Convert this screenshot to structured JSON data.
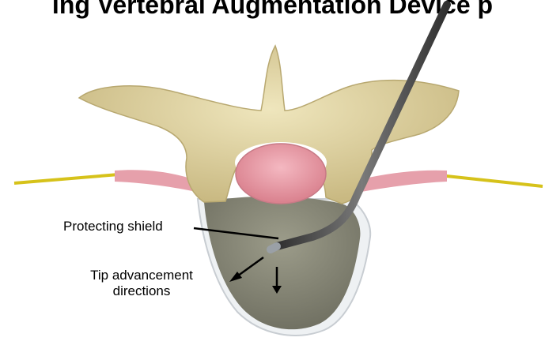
{
  "title": "ing Vertebral Augmentation Device p",
  "labels": {
    "shield": "Protecting shield",
    "tip_line1": "Tip advancement",
    "tip_line2": "directions"
  },
  "colors": {
    "bone": "#d9cc98",
    "bone_shadow": "#b8a870",
    "disc": "#e89aa6",
    "nerve": "#d6c21a",
    "body_fill": "#8a8a7a",
    "instrument": "#4a4a4a"
  }
}
